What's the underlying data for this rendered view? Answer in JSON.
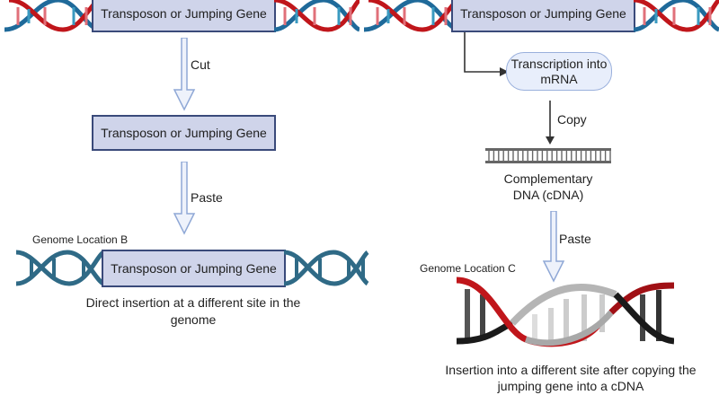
{
  "left_panel": {
    "top_gene_box": "Transposon or Jumping Gene",
    "cut_label": "Cut",
    "middle_gene_box": "Transposon or Jumping Gene",
    "paste_label": "Paste",
    "location_label": "Genome Location B",
    "bottom_gene_box": "Transposon or Jumping Gene",
    "caption": "Direct insertion at a different site in the genome"
  },
  "right_panel": {
    "top_gene_box": "Transposon or Jumping Gene",
    "transcription_label": "Transcription into mRNA",
    "copy_label": "Copy",
    "cdna_label": "Complementary DNA (cDNA)",
    "paste_label": "Paste",
    "location_label": "Genome Location C",
    "caption": "Insertion into a different site after copying the jumping gene into a cDNA"
  },
  "colors": {
    "dna_red": "#c0161b",
    "dna_blue": "#1f6a9a",
    "dna_teal": "#2f6a86",
    "box_fill": "#cfd4ea",
    "box_border": "#3a4a7a",
    "arrow_outline": "#8fa8d6"
  }
}
